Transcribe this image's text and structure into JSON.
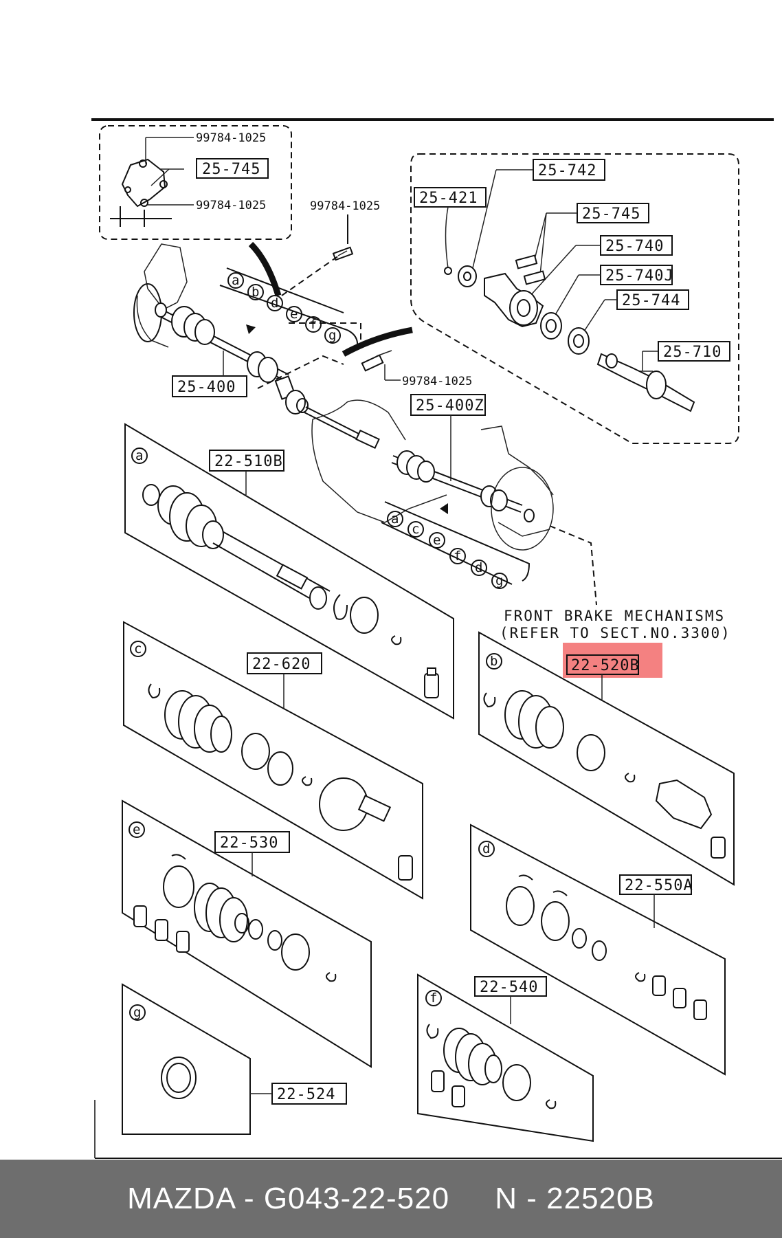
{
  "part_labels": {
    "p25_742": "25-742",
    "p25_421": "25-421",
    "p25_745_top": "25-745",
    "p25_745_right": "25-745",
    "p25_740": "25-740",
    "p25_740J": "25-740J",
    "p25_744": "25-744",
    "p25_710": "25-710",
    "p25_400": "25-400",
    "p25_400Z": "25-400Z",
    "p22_510B": "22-510B",
    "p22_620": "22-620",
    "p22_520B": "22-520B",
    "p22_530": "22-530",
    "p22_550A": "22-550A",
    "p22_540": "22-540",
    "p22_524": "22-524"
  },
  "bolt_labels": {
    "b1": "99784-1025",
    "b2": "99784-1025",
    "b3": "99784-1025",
    "b4": "99784-1025"
  },
  "circle_letters": {
    "upper_row": [
      "a",
      "b",
      "d",
      "e",
      "f",
      "g"
    ],
    "lower_row": [
      "a",
      "c",
      "e",
      "f",
      "d",
      "g"
    ],
    "panel_a": "a",
    "panel_c": "c",
    "panel_b": "b",
    "panel_e": "e",
    "panel_d": "d",
    "panel_f": "f",
    "panel_g": "g"
  },
  "note": {
    "line1": "FRONT BRAKE MECHANISMS",
    "line2": "(REFER TO SECT.NO.3300)"
  },
  "highlight_color": "#f26b6b",
  "footer": {
    "text": "MAZDA - G043-22-520     N - 22520B"
  }
}
